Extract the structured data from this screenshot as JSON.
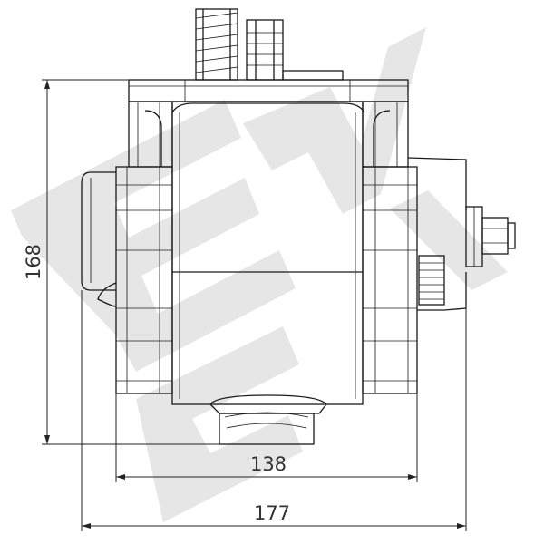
{
  "drawing": {
    "dimensions": {
      "height": "168",
      "inner_width": "138",
      "overall_width": "177"
    },
    "colors": {
      "line": "#1a1a1a",
      "watermark": "#e6e6e6",
      "background": "#ffffff",
      "text": "#333333"
    }
  }
}
